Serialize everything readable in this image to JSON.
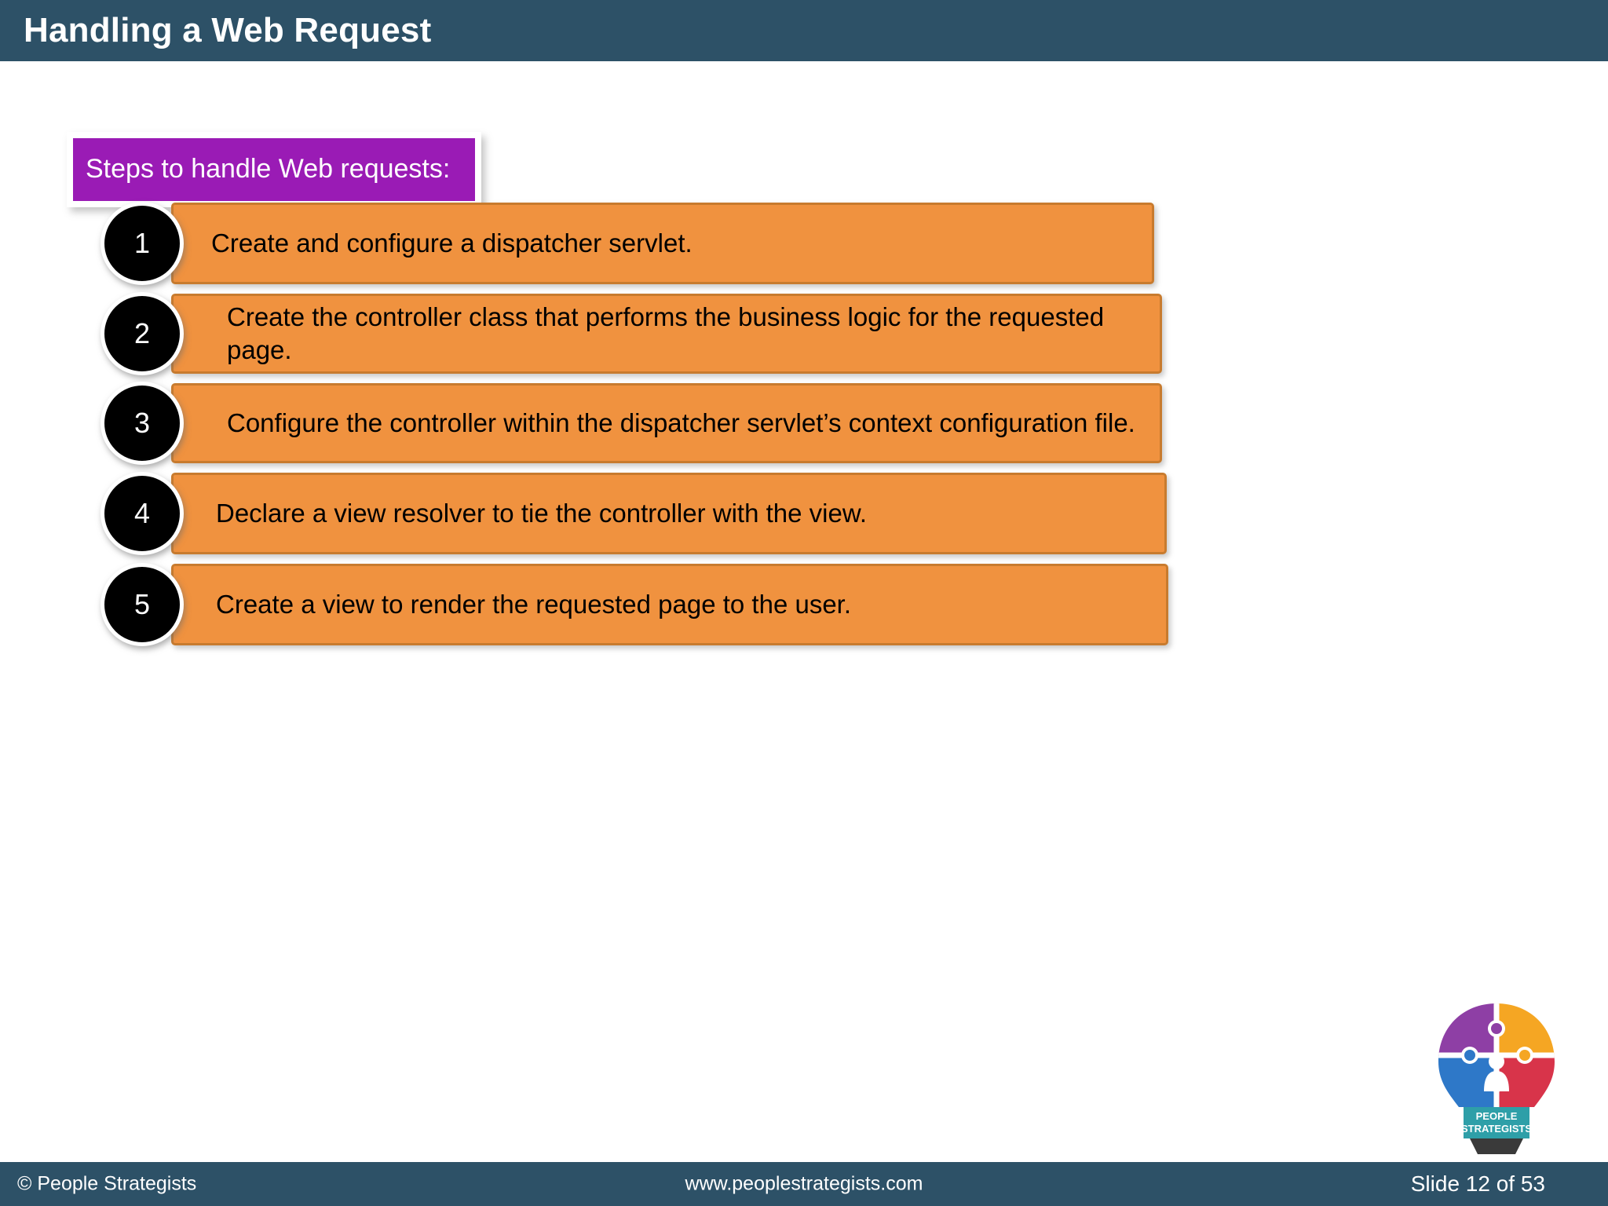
{
  "header": {
    "title": "Handling a Web Request",
    "background_color": "#2d5167",
    "text_color": "#ffffff"
  },
  "callout": {
    "text": "Steps to handle Web requests:",
    "background_color": "#9A1BB5",
    "text_color": "#ffffff"
  },
  "steps": {
    "bar_color": "#F0923F",
    "bar_border_color": "#C87B2E",
    "badge_color": "#000000",
    "items": [
      {
        "number": "1",
        "text": "Create and configure a dispatcher servlet."
      },
      {
        "number": "2",
        "text": "Create the controller class that performs the business logic for the requested page."
      },
      {
        "number": "3",
        "text": "Configure the controller within the dispatcher servlet’s context configuration file."
      },
      {
        "number": "4",
        "text": "Declare a view resolver to tie the controller with the view."
      },
      {
        "number": "5",
        "text": "Create a view to render the requested page to the user."
      }
    ]
  },
  "logo": {
    "line1": "PEOPLE",
    "line2": "STRATEGISTS"
  },
  "footer": {
    "copyright": "© People Strategists",
    "website": "www.peoplestrategists.com",
    "slide": "Slide 12 of 53",
    "background_color": "#2d5167"
  }
}
